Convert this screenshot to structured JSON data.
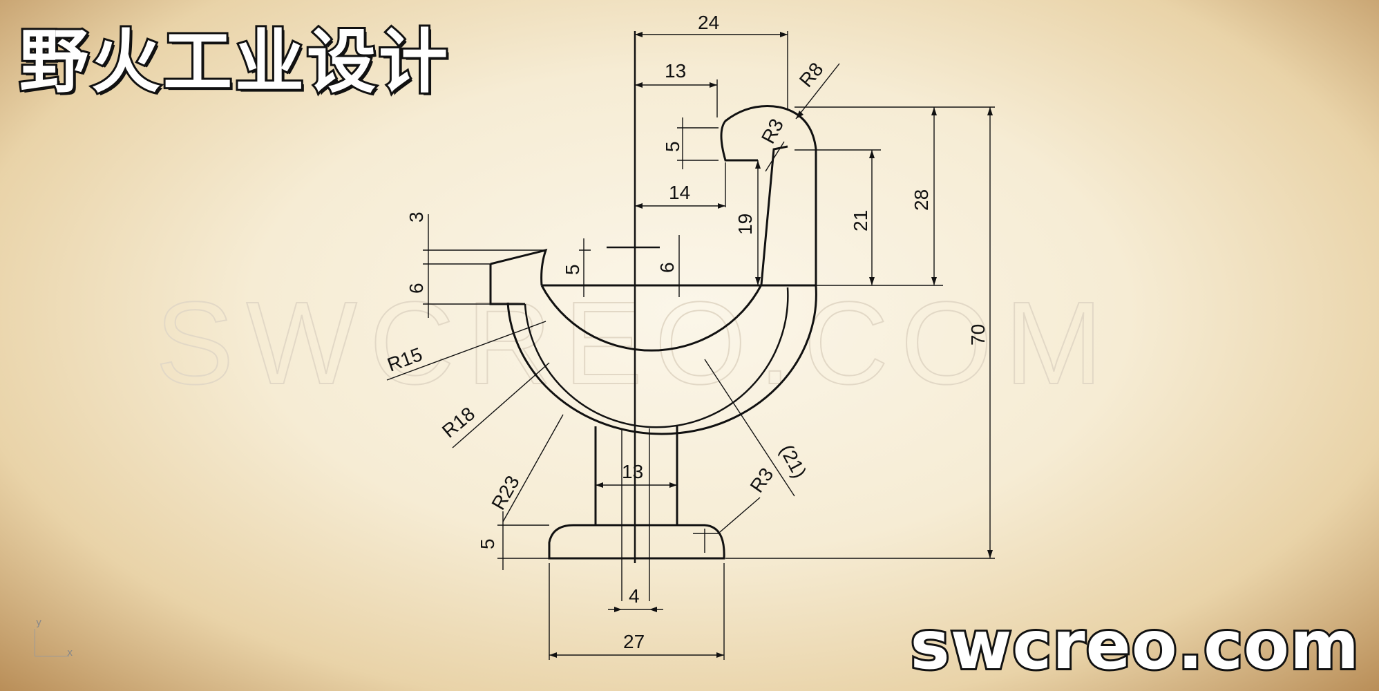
{
  "header": {
    "title_cn": "野火工业设计"
  },
  "footer": {
    "brand": "swcreo.com"
  },
  "watermark": {
    "text": "SWCREO.COM"
  },
  "axis_icon": {
    "x": "x",
    "y": "y"
  },
  "dimensions": {
    "d24": "24",
    "d13_top": "13",
    "r8": "R8",
    "r3_top": "R3",
    "d5_top": "5",
    "d14": "14",
    "d19": "19",
    "d21": "21",
    "d28": "28",
    "d70": "70",
    "d3": "3",
    "d5_left": "5",
    "d6_left": "6",
    "d6_mid": "6",
    "r15": "R15",
    "r18": "R18",
    "r23": "R23",
    "r3_bottom": "R3",
    "d21_paren": "(21)",
    "d13_stem": "13",
    "d5_bottom": "5",
    "d4": "4",
    "d27": "27"
  },
  "colors": {
    "ink": "#111111",
    "paper": "#f6ecd4",
    "watermark": "#e4dccd"
  }
}
